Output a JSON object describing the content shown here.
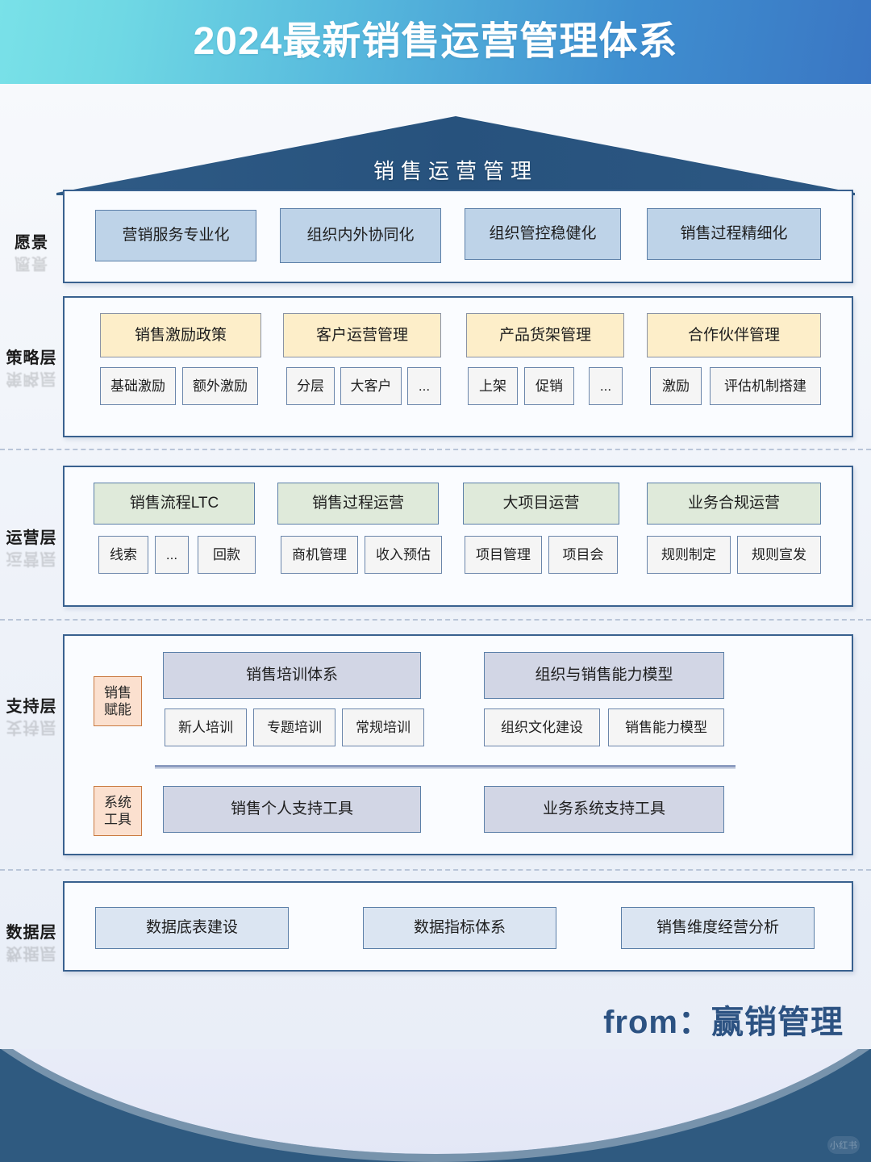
{
  "header": {
    "title": "2024最新销售运营管理体系"
  },
  "roof": {
    "label": "销售运营管理"
  },
  "colors": {
    "banner_left": "#79e1e8",
    "banner_right": "#3a76c3",
    "roof_fill": "#2a5480",
    "panel_border": "#39618f",
    "vision_box": "#bed3e8",
    "strategy_box": "#fdeec9",
    "operation_box": "#dfeada",
    "support_box": "#d2d6e5",
    "data_box": "#dbe5f2",
    "tag_box": "#fbe0cf",
    "footer": "#2f5a80",
    "from_text": "#2c5282"
  },
  "layers": [
    {
      "id": "vision",
      "label": "愿景",
      "groups": [
        {
          "title": "营销服务专业化",
          "items": []
        },
        {
          "title": "组织内外协同化",
          "items": []
        },
        {
          "title": "组织管控稳健化",
          "items": []
        },
        {
          "title": "销售过程精细化",
          "items": []
        }
      ]
    },
    {
      "id": "strategy",
      "label": "策略层",
      "groups": [
        {
          "title": "销售激励政策",
          "items": [
            "基础激励",
            "额外激励"
          ]
        },
        {
          "title": "客户运营管理",
          "items": [
            "分层",
            "大客户",
            "..."
          ]
        },
        {
          "title": "产品货架管理",
          "items": [
            "上架",
            "促销",
            "..."
          ]
        },
        {
          "title": "合作伙伴管理",
          "items": [
            "激励",
            "评估机制搭建"
          ]
        }
      ]
    },
    {
      "id": "operation",
      "label": "运营层",
      "groups": [
        {
          "title": "销售流程LTC",
          "items": [
            "线索",
            "...",
            "回款"
          ]
        },
        {
          "title": "销售过程运营",
          "items": [
            "商机管理",
            "收入预估"
          ]
        },
        {
          "title": "大项目运营",
          "items": [
            "项目管理",
            "项目会"
          ]
        },
        {
          "title": "业务合规运营",
          "items": [
            "规则制定",
            "规则宣发"
          ]
        }
      ]
    },
    {
      "id": "support",
      "label": "支持层",
      "blocks": [
        {
          "tag": "销售\n赋能",
          "tag_line1": "销售",
          "tag_line2": "赋能",
          "groups": [
            {
              "title": "销售培训体系",
              "items": [
                "新人培训",
                "专题培训",
                "常规培训"
              ]
            },
            {
              "title": "组织与销售能力模型",
              "items": [
                "组织文化建设",
                "销售能力模型"
              ]
            }
          ]
        },
        {
          "tag_line1": "系统",
          "tag_line2": "工具",
          "groups": [
            {
              "title": "销售个人支持工具",
              "items": []
            },
            {
              "title": "业务系统支持工具",
              "items": []
            }
          ]
        }
      ]
    },
    {
      "id": "data",
      "label": "数据层",
      "groups": [
        {
          "title": "数据底表建设",
          "items": []
        },
        {
          "title": "数据指标体系",
          "items": []
        },
        {
          "title": "销售维度经营分析",
          "items": []
        }
      ]
    }
  ],
  "attribution": {
    "text": "from：赢销管理"
  },
  "watermark": {
    "text": "小红书"
  }
}
